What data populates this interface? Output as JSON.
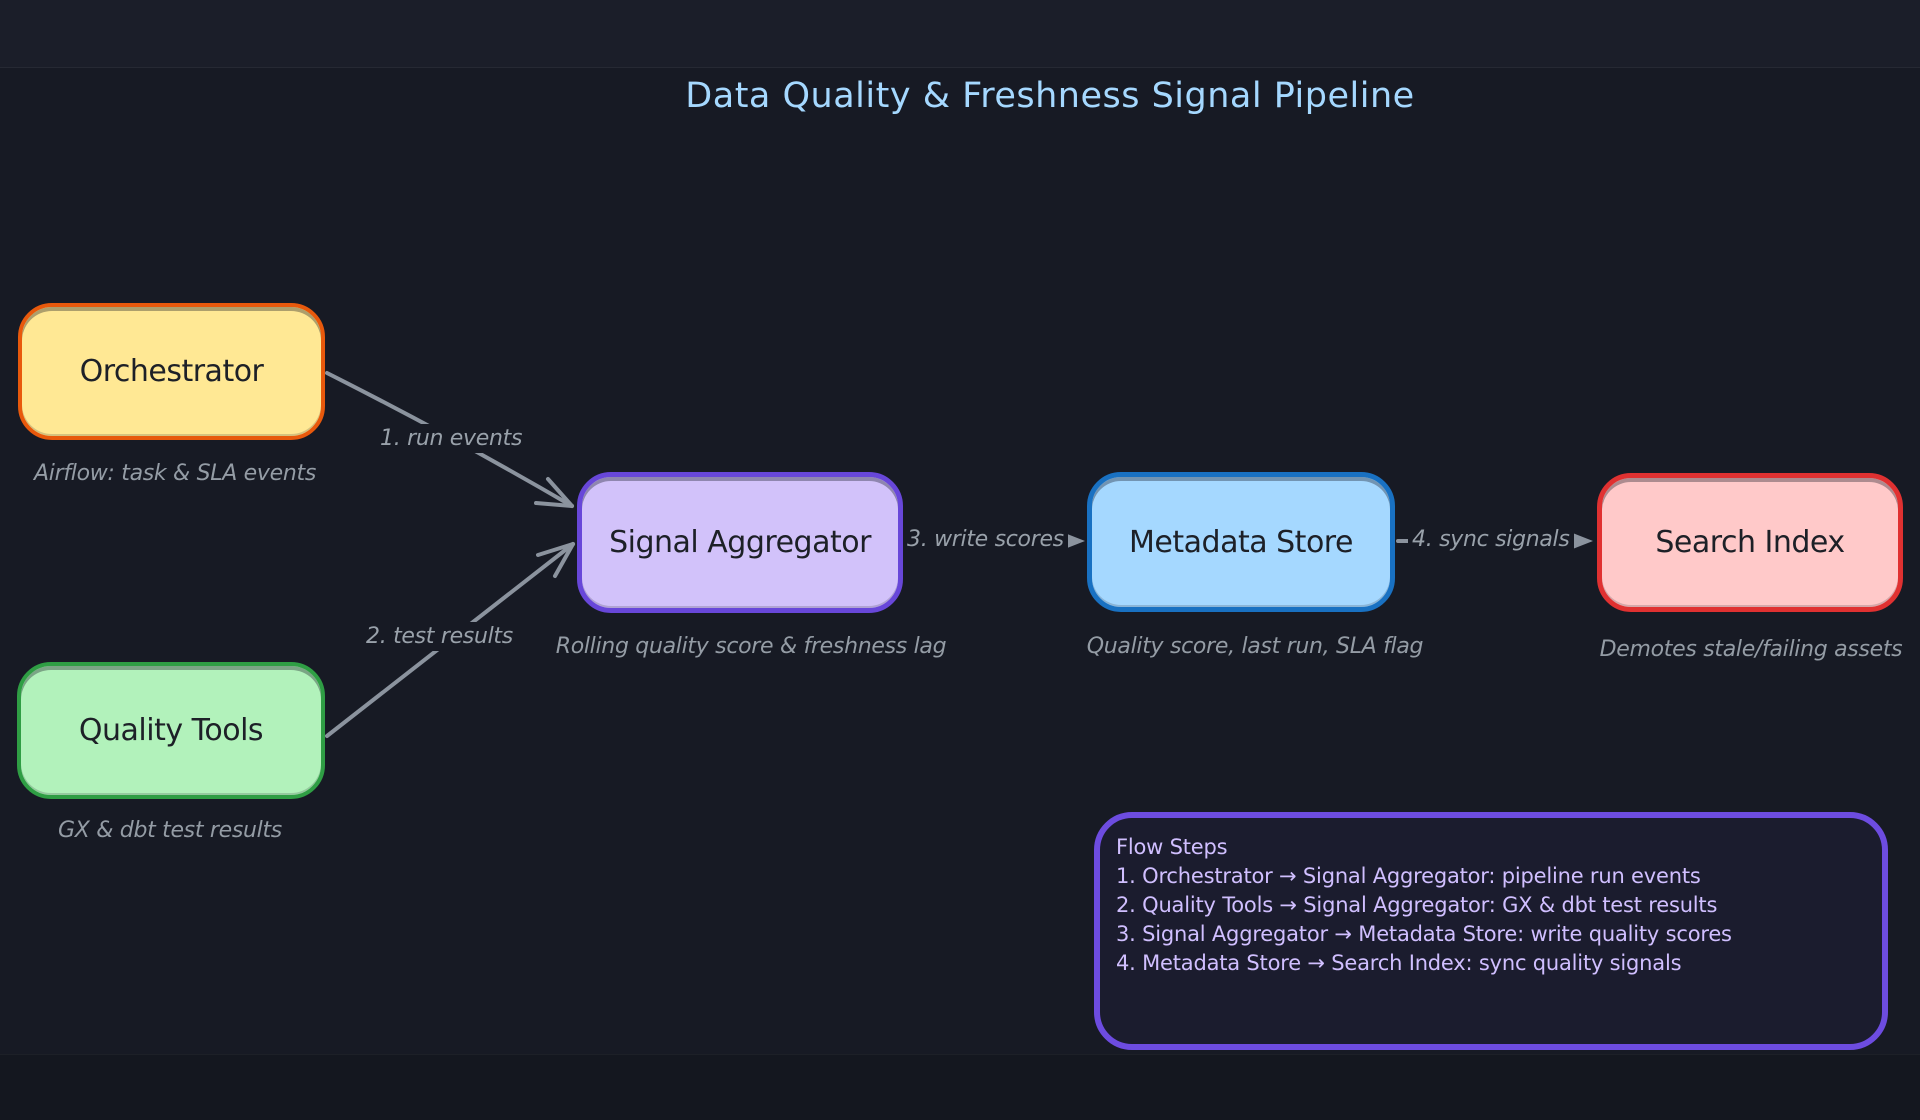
{
  "title": {
    "text": "Data Quality & Freshness Signal Pipeline",
    "color": "#a5d8ff"
  },
  "nodes": [
    {
      "id": "orchestrator",
      "label": "Orchestrator",
      "caption": "Airflow: task & SLA events",
      "fill": "#ffe894",
      "stroke": "#e8590c"
    },
    {
      "id": "quality-tools",
      "label": "Quality Tools",
      "caption": "GX & dbt test results",
      "fill": "#b2f2bb",
      "stroke": "#2f9e44"
    },
    {
      "id": "signal-aggregator",
      "label": "Signal Aggregator",
      "caption": "Rolling quality score & freshness lag",
      "fill": "#d2c2fa",
      "stroke": "#6847d9"
    },
    {
      "id": "metadata-store",
      "label": "Metadata Store",
      "caption": "Quality score, last run, SLA flag",
      "fill": "#a5d8ff",
      "stroke": "#1971c2"
    },
    {
      "id": "search-index",
      "label": "Search Index",
      "caption": "Demotes stale/failing assets",
      "fill": "#ffc9c9",
      "stroke": "#e03131"
    }
  ],
  "edges": [
    {
      "from": "Orchestrator",
      "to": "Signal Aggregator",
      "label": "1. run events"
    },
    {
      "from": "Quality Tools",
      "to": "Signal Aggregator",
      "label": "2. test results"
    },
    {
      "from": "Signal Aggregator",
      "to": "Metadata Store",
      "label": "3. write scores"
    },
    {
      "from": "Metadata Store",
      "to": "Search Index",
      "label": "4. sync signals"
    }
  ],
  "legend": {
    "title": "Flow Steps",
    "steps": [
      "1. Orchestrator → Signal Aggregator: pipeline run events",
      "2. Quality Tools → Signal Aggregator: GX & dbt test results",
      "3. Signal Aggregator → Metadata Store: write quality scores",
      "4. Metadata Store → Search Index: sync quality signals"
    ],
    "border_color": "#6d4ce0",
    "text_color": "#d0bfff"
  },
  "colors": {
    "background": "#171a24",
    "caption": "#949ca5",
    "arrow": "#8b939e"
  }
}
